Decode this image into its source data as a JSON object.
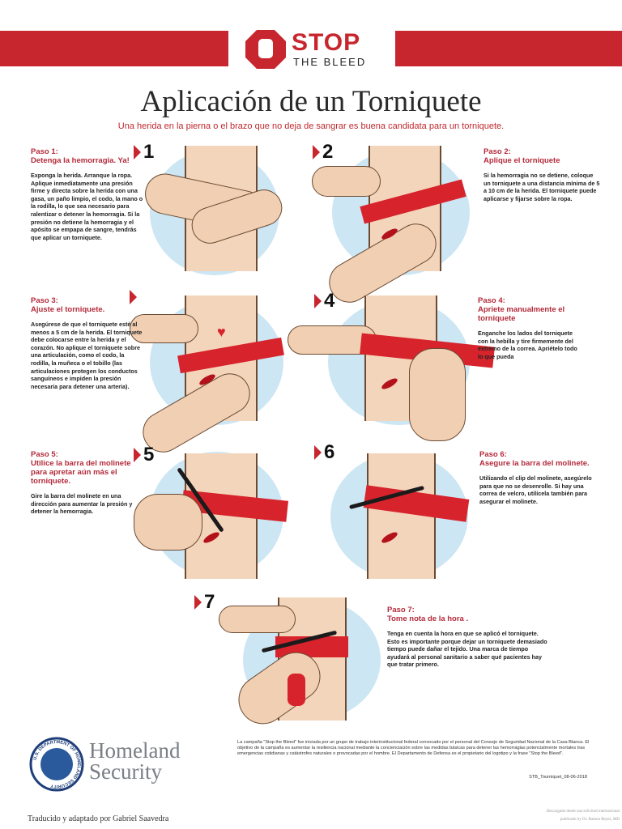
{
  "header": {
    "logo_word1": "STOP",
    "logo_word2": "THE BLEED",
    "brand_color": "#c8262e"
  },
  "title": "Aplicación de un Torniquete",
  "subtitle": "Una herida en la pierna o el brazo que no deja de sangrar es buena candidata para un torniquete.",
  "steps": [
    {
      "number": "1",
      "label": "Paso 1:",
      "heading": "Detenga la hemorragia. Ya!",
      "text": "Exponga la herida.  Arranque la ropa.  Aplique inmediatamente una presión firme y directa sobre la herida con una gasa, un paño limpio, el codo, la mano o la rodilla, lo que sea necesario para ralentizar o detener la hemorragia. Si la presión no detiene la hemorragia y el apósito se empapa de sangre, tendrás que aplicar un torniquete."
    },
    {
      "number": "2",
      "label": "Paso 2:",
      "heading": "Aplique el torniquete",
      "text": "Si la hemorragia no se detiene, coloque un torniquete a una distancia mínima de 5 a 10 cm de la herida. El torniquete puede aplicarse y fijarse sobre la ropa."
    },
    {
      "number": "",
      "label": "Paso 3:",
      "heading": "Ajuste el torniquete.",
      "text": "Asegúrese de que el torniquete esté al menos a 5 cm de la herida. El torniquete debe colocarse entre la herida y el corazón. No aplique el torniquete sobre una articulación, como el codo, la rodilla, la muñeca o el tobillo (las articulaciones protegen los conductos sanguíneos e impiden la presión necesaria para detener una arteria)."
    },
    {
      "number": "4",
      "label": "Paso 4:",
      "heading": "Apriete manualmente el torniquete",
      "text": "Enganche los lados del torniquete con la hebilla y tire firmemente del extremo de la correa. Apriételo todo lo que pueda"
    },
    {
      "number": "5",
      "label": "Paso 5:",
      "heading": "Utilice la barra del molinete para apretar aún más el torniquete.",
      "text": "Gire la barra del molinete en una dirección para aumentar la presión y detener la hemorragia."
    },
    {
      "number": "6",
      "label": "Paso 6:",
      "heading": "Asegure la barra del molinete.",
      "text": "Utilizando el clip del molinete, asegúrelo para que no se desenrolle. Si hay una correa de velcro, utilícela también para asegurar el molinete."
    },
    {
      "number": "7",
      "label": "Paso 7:",
      "heading": "Tome nota de la hora  .",
      "text": "Tenga en cuenta la hora en que se aplicó el torniquete. Esto es importante porque dejar un torniquete demasiado tiempo puede dañar el tejido. Una marca de tiempo ayudará al personal sanitario a saber qué pacientes hay que tratar primero."
    }
  ],
  "footer": {
    "dhs_line1": "Homeland",
    "dhs_line2": "Security",
    "seal_text": "U.S. DEPARTMENT OF HOMELAND SECURITY",
    "disclaimer": "La campaña \"Stop the Bleed\" fue iniciada por un grupo de trabajo interinstitucional federal convocado por el personal del Consejo de Seguridad Nacional de la Casa Blanca. El objetivo de la campaña es aumentar la resiliencia nacional mediante la concienciación sobre las medidas básicas para detener las hemorragias potencialmente mortales tras emergencias cotidianas y catástrofes naturales o provocadas por el hombre. El Departamento de Defensa es el propietario del logotipo y la frase \"Stop the Bleed\".",
    "doc_id": "STB_Tourniquet_08-06-2018",
    "translator": "Traducido y adaptado por Gabriel Saavedra",
    "download": "Descargado desde una solicitud internacional",
    "publisher": "publicado by Dr. Ramon Reyes, MD"
  }
}
